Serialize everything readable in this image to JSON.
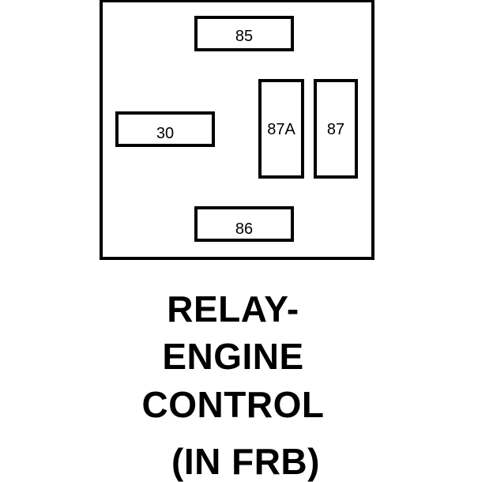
{
  "diagram": {
    "pins": {
      "p85": "85",
      "p86": "86",
      "p30": "30",
      "p87a": "87A",
      "p87": "87"
    },
    "caption": {
      "line1": "RELAY-",
      "line2": "ENGINE",
      "line3": "CONTROL",
      "line4": "(IN FRB)"
    }
  }
}
